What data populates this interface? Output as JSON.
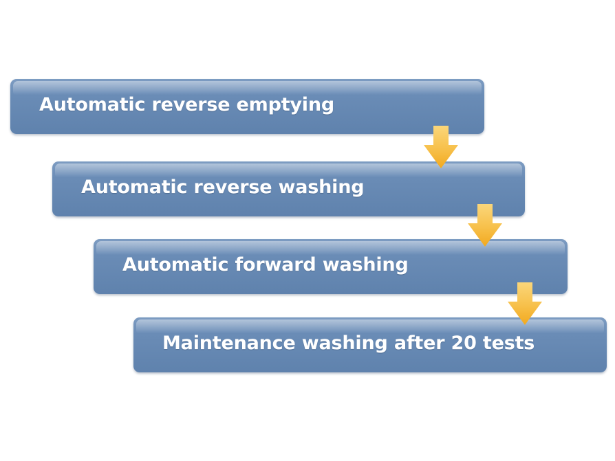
{
  "steps": [
    {
      "label": "Automatic reverse emptying"
    },
    {
      "label": "Automatic reverse washing"
    },
    {
      "label": "Automatic forward washing"
    },
    {
      "label": "Maintenance washing after 20 tests"
    }
  ],
  "colors": {
    "box": "#6a8cb6",
    "arrow": "#f6b833",
    "text": "#ffffff",
    "background": "#ffffff"
  },
  "icons": {
    "connector": "arrow-down-icon"
  }
}
